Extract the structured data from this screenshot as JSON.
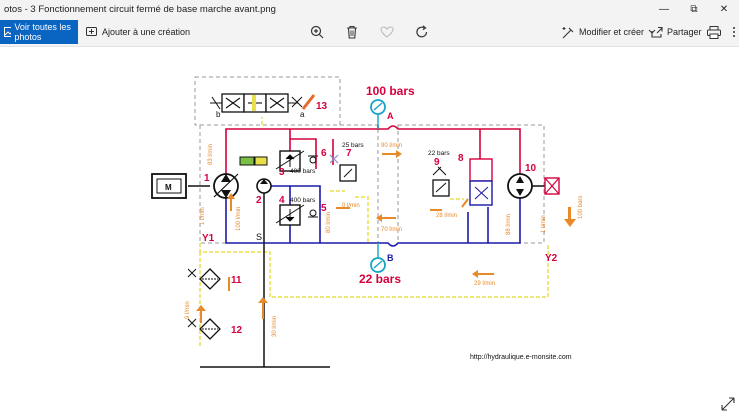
{
  "window": {
    "title": "otos - 3 Fonctionnement circuit fermé de base marche avant.png",
    "minimize": "—",
    "maximize": "⧉",
    "close": "✕"
  },
  "toolbar": {
    "see_all": "Voir toutes les photos",
    "add_creation": "Ajouter à une création",
    "edit_create": "Modifier et créer",
    "share": "Partager",
    "icons": [
      "zoom-in-icon",
      "delete-icon",
      "favorite-icon",
      "rotate-icon",
      "print-icon",
      "more-icon"
    ]
  },
  "diagram": {
    "pressure_high": "100 bars",
    "pressure_low": "22 bars",
    "port_a": "A",
    "port_b": "B",
    "label_b": "b",
    "label_a": "a",
    "n1": "1",
    "n2": "2",
    "n3": "3",
    "n4": "4",
    "n5": "5",
    "n6": "6",
    "n7": "7",
    "n8": "8",
    "n9": "9",
    "n10": "10",
    "n11": "11",
    "n12": "12",
    "n13": "13",
    "motor": "M",
    "y1": "Y1",
    "y2": "Y2",
    "s": "S",
    "v400a": "400 bars",
    "v400b": "400 bars",
    "v25": "25 bars",
    "v22": "22 bars",
    "f83": "83 l/min",
    "f100": "100 l/min",
    "f1a": "1 l/min",
    "f90": "90 l/min",
    "f0": "0 l/min",
    "f80": "80 l/min",
    "f70": "70 l/min",
    "f28": "28 l/min",
    "f88": "88 l/min",
    "f1b": "1 l/min",
    "f29": "29 l/min",
    "f9": "9 l/min",
    "f30": "30 l/min",
    "f100r": "100 bars",
    "url": "http://hydraulique.e-monsite.com"
  },
  "colors": {
    "accent": "#0a64c2",
    "pressure": "#d6003c",
    "low": "#1a1aa8",
    "pilot": "#e8e04a",
    "flow": "#e88a2a",
    "gauge": "#16a5c8"
  }
}
